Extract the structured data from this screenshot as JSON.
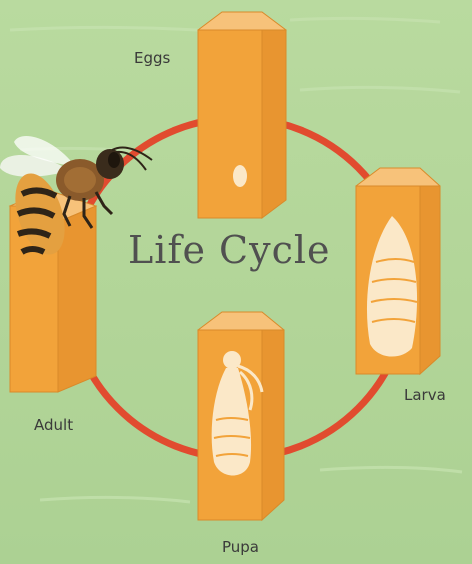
{
  "diagram": {
    "title": "Life Cycle",
    "stages": {
      "eggs": "Eggs",
      "larva": "Larva",
      "pupa": "Pupa",
      "adult": "Adult"
    },
    "colors": {
      "background": "#b5d79c",
      "cycle_ring": "#e14b2f",
      "cell_front": "#f2a33a",
      "cell_side": "#e89530",
      "cell_top": "#f7c27a",
      "insect_body": "#fbe8c8"
    },
    "icons": [
      "honeybee-icon",
      "egg-icon",
      "larva-icon",
      "pupa-icon"
    ]
  }
}
